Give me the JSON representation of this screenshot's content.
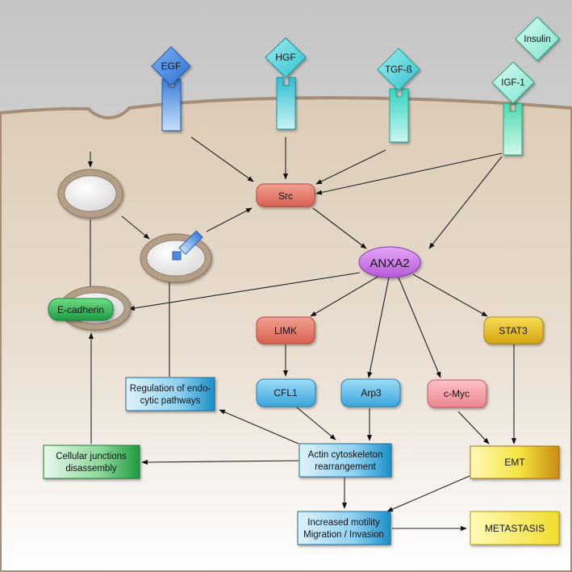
{
  "ligands": {
    "egf": "EGF",
    "hgf": "HGF",
    "tgfb": "TGF-ß",
    "igf1": "IGF-1",
    "insulin": "Insulin"
  },
  "nodes": {
    "src": "Src",
    "anxa2": "ANXA2",
    "ecadherin": "E-cadherin",
    "limk": "LIMK",
    "stat3": "STAT3",
    "cfl1": "CFL1",
    "arp3": "Arp3",
    "cmyc": "c-Myc",
    "endo_line1": "Regulation of endo-",
    "endo_line2": "cytic pathways",
    "junctions_line1": "Cellular junctions",
    "junctions_line2": "disassembly",
    "actin_line1": "Actin cytoskeleton",
    "actin_line2": "rearrangement",
    "emt": "EMT",
    "motility_line1": "Increased motility",
    "motility_line2": "Migration / Invasion",
    "metastasis": "METASTASIS"
  },
  "colors": {
    "extracellular": "#dcdcdc",
    "cytoplasm": "#e2d3c1",
    "membrane": "#9c8670",
    "src": "#e57f6f",
    "anxa2": "#c97ae8",
    "ecadherin": "#2fb356",
    "limk": "#e57f6f",
    "stat3": "#e3b91e",
    "cfl1": "#4fb6e6",
    "arp3": "#4fb6e6",
    "cmyc": "#f39ba3",
    "emt": "#f2e24a",
    "metastasis": "#f6e95b",
    "receptor_blue": "#4a8de0",
    "receptor_teal": "#3ccac8",
    "receptor_green": "#6fe0bd"
  }
}
